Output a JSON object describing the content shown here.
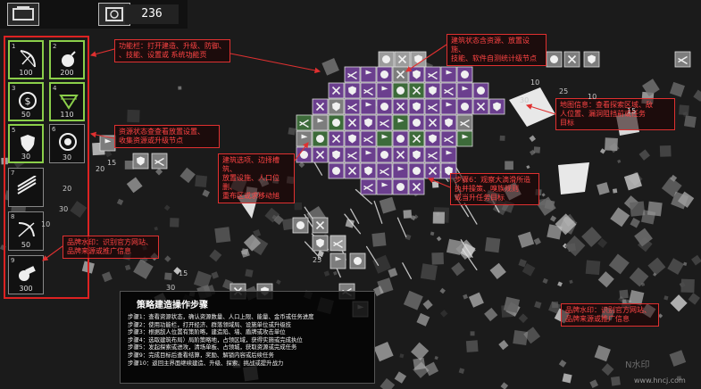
{
  "resource_count": "236",
  "build_panel": {
    "slots": [
      {
        "num": "1",
        "cost": "100",
        "icon": "bow-icon",
        "selected": true
      },
      {
        "num": "2",
        "cost": "200",
        "icon": "bomb-icon",
        "selected": true
      },
      {
        "num": "3",
        "cost": "50",
        "icon": "coin-icon",
        "selected": true
      },
      {
        "num": "4",
        "cost": "110",
        "icon": "gem-icon",
        "selected": true
      },
      {
        "num": "5",
        "cost": "30",
        "icon": "shield-icon",
        "selected": true
      },
      {
        "num": "6",
        "cost": "30",
        "icon": "target-icon",
        "selected": false
      },
      {
        "num": "7",
        "cost": "",
        "icon": "wall-icon",
        "selected": false
      },
      {
        "num": "8",
        "cost": "50",
        "icon": "crossbow-icon",
        "selected": false
      },
      {
        "num": "9",
        "cost": "300",
        "icon": "cannon-icon",
        "selected": false
      }
    ]
  },
  "callouts": {
    "function_bar": "功能栏：打开建造、升级、防御、\n、技能、设置或 系统功能页",
    "building_status": "建筑状态含资源、放置设施、\n技能、软件自测统计级节点",
    "resource_status": "资源状态查查看放置设置、\n收集资源或升级节点",
    "map_info": "地图信息：查看探索区域、敌\n人位置、漏洞阻挡前或任务\n目标",
    "build_action": "建筑选项、边择槽筑、\n放置设施、人口位删、\n重布区或求移动旭",
    "step_hint": "步骤6：观察大滴滑所造\n执并操策、嗅族规则\n或当升任务目标",
    "brand_left": "品牌水印：识别官方网站、\n品牌来源或推广信息",
    "brand_right": "品牌水印：识别官方网站、\n品牌来源或推广信息"
  },
  "steps": {
    "title": "策略建造操作步骤",
    "items": [
      "步骤1：查看资源状态，确认资源数量、人口上限、能量、金币或任务进度",
      "步骤2：使用功能栏，打开经济、群落领域局、设施单位或升级技",
      "步骤3：根据敌人位置有策阶略，建造陷、墙、盾牌或攻击单位",
      "步骤4：选取建筑布局）局阶策略地，占领区域，获得实施或完成执位",
      "步骤5：发起探索或进攻，清场单板、占领城，获取资源或完成任务",
      "步骤9：完成目标后查看结算，奖励、解锁内容或后续任务",
      "步骤10：返回主界面继续建造、升级、探索、挑战或提升战力"
    ]
  },
  "map_numbers": [
    "30",
    "10",
    "25",
    "15",
    "10",
    "20",
    "15",
    "20",
    "30",
    "10",
    "25",
    "15",
    "30"
  ],
  "watermark": "www.hncj.com",
  "watermark_logo": "N水印",
  "colors": {
    "accent_red": "#e03030",
    "select_green": "#8bcf4a",
    "tile_purple": "#6b3f8e",
    "tile_green": "#3d6b3a",
    "tile_gray": "#7d7d7d"
  }
}
